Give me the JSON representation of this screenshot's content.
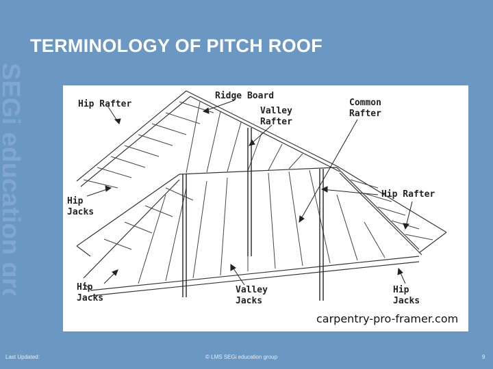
{
  "slide": {
    "title": "TERMINOLOGY OF PITCH ROOF",
    "watermark": "SEGi education group"
  },
  "diagram": {
    "labels": {
      "hip_rafter_top": "Hip Rafter",
      "ridge_board": "Ridge Board",
      "valley_rafter": "Valley\nRafter",
      "common_rafter": "Common\nRafter",
      "hip_rafter_right": "Hip Rafter",
      "hip_jacks_upper": "Hip\nJacks",
      "hip_jacks_lower_left": "Hip\nJacks",
      "valley_jacks": "Valley\nJacks",
      "hip_jacks_lower_right": "Hip\nJacks"
    },
    "credit": "carpentry-pro-framer.com"
  },
  "footer": {
    "last_updated": "Last Updated:",
    "copyright": "© LMS SEGi education group",
    "page_number": "9"
  }
}
